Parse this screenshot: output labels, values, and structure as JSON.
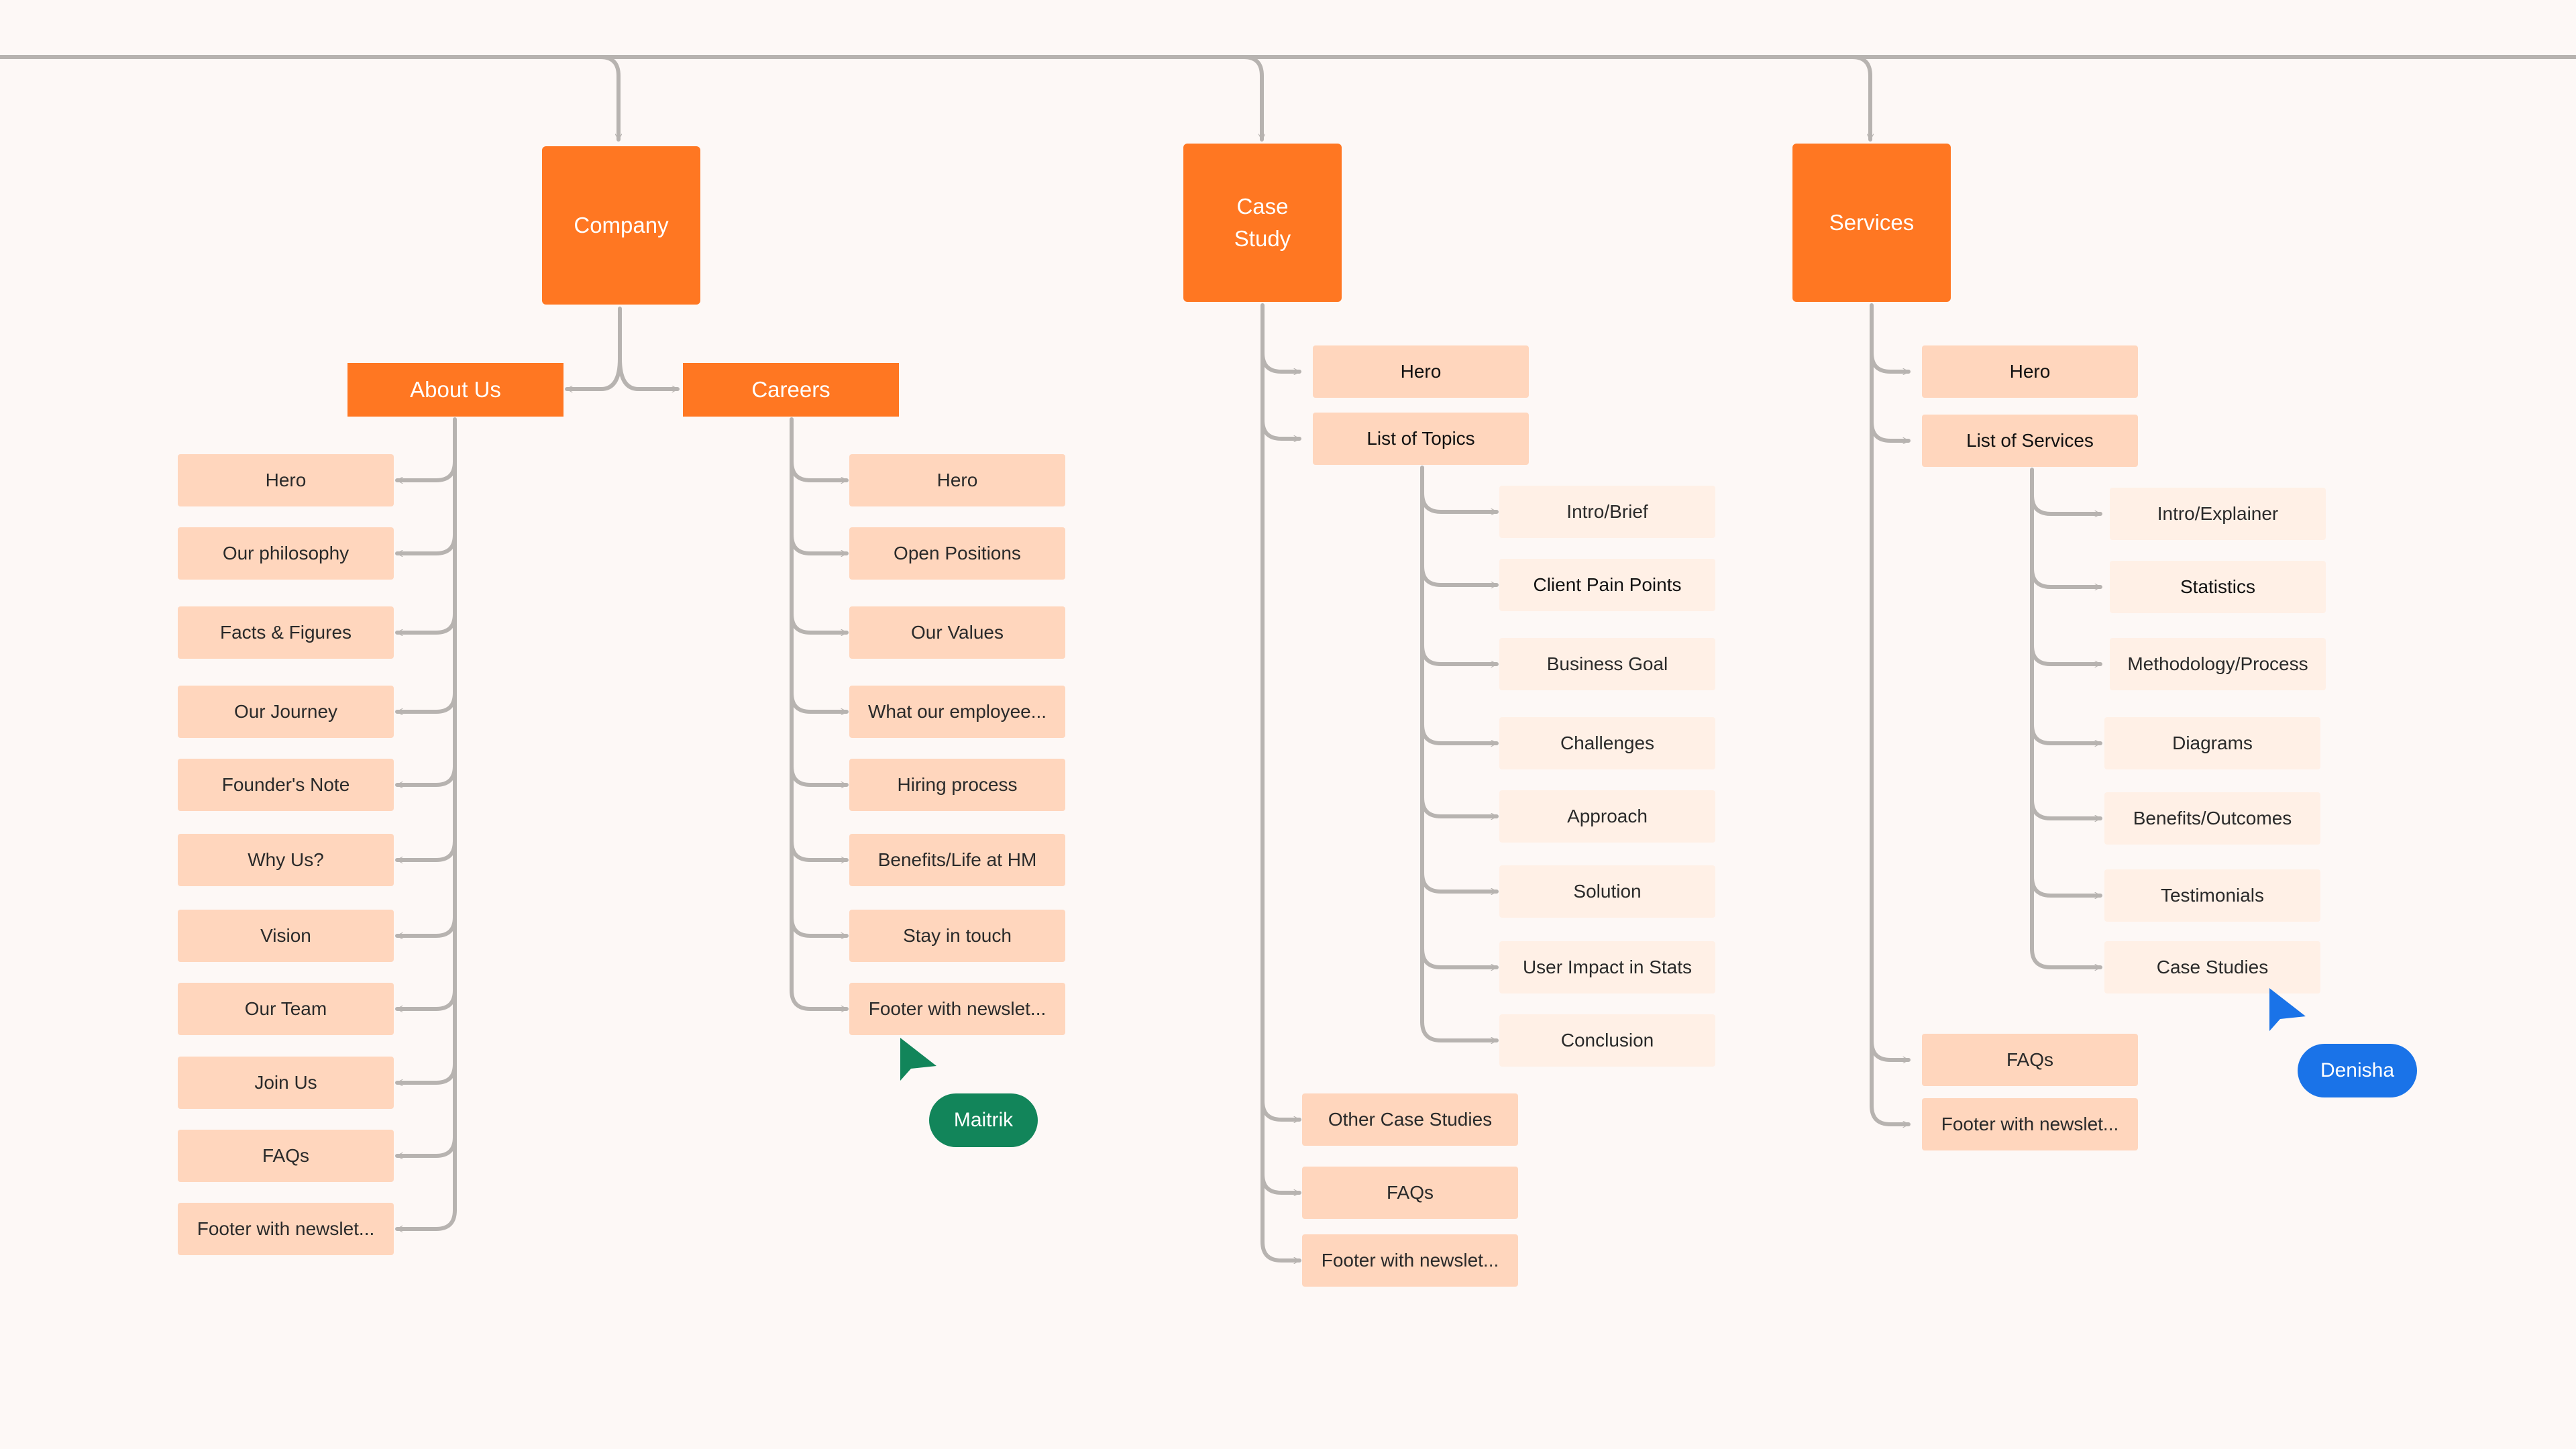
{
  "categories": {
    "company": "Company",
    "case_study": "Case\nStudy",
    "services": "Services"
  },
  "company": {
    "about_us": {
      "label": "About Us",
      "items": [
        "Hero",
        "Our philosophy",
        "Facts & Figures",
        "Our Journey",
        "Founder's Note",
        "Why Us?",
        "Vision",
        "Our Team",
        "Join Us",
        "FAQs",
        "Footer with newslet..."
      ]
    },
    "careers": {
      "label": "Careers",
      "items": [
        "Hero",
        "Open Positions",
        "Our Values",
        "What our employee...",
        "Hiring process",
        "Benefits/Life at HM",
        "Stay in touch",
        "Footer with newslet..."
      ]
    }
  },
  "case_study": {
    "items": [
      "Hero",
      "List of Topics",
      "Other Case Studies",
      "FAQs",
      "Footer with newslet..."
    ],
    "topics": [
      "Intro/Brief",
      "Client Pain Points",
      "Business Goal",
      "Challenges",
      "Approach",
      "Solution",
      "User Impact in Stats",
      "Conclusion"
    ]
  },
  "services": {
    "items": [
      "Hero",
      "List of Services",
      "FAQs",
      "Footer with newslet..."
    ],
    "sub": [
      "Intro/Explainer",
      "Statistics",
      "Methodology/Process",
      "Diagrams",
      "Benefits/Outcomes",
      "Testimonials",
      "Case Studies"
    ]
  },
  "collaborators": [
    {
      "name": "Maitrik",
      "color": "#12855a"
    },
    {
      "name": "Denisha",
      "color": "#1a73e8"
    }
  ],
  "colors": {
    "category": "#ff7722",
    "leaf": "#ffd6bd",
    "leaf_pale": "#fff0e6",
    "connector": "#b7b3b0"
  }
}
